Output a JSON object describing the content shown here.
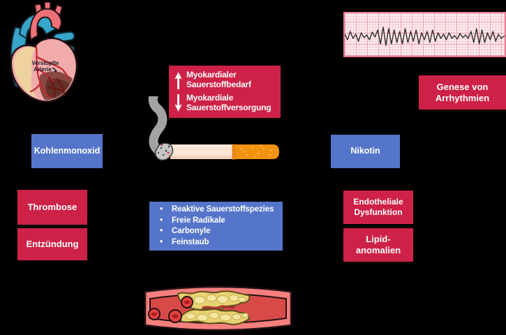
{
  "page": {
    "background": "#000000"
  },
  "colors": {
    "red_box": "#ce2147",
    "blue_box": "#5575cb",
    "box_text": "#ffffff",
    "cigarette_filter": "#f2930e",
    "ecg_paper": "#fdeef1"
  },
  "heart": {
    "label_line1": "Verstopfte",
    "label_line2": "Arterie"
  },
  "myokard_box": {
    "up_line1": "Myokardialer",
    "up_line2": "Sauerstoffbedarf",
    "down_line1": "Myokardiale",
    "down_line2": "Sauerstoffversorgung"
  },
  "genese_box": {
    "line1": "Genese von",
    "line2": "Arrhythmien"
  },
  "kohlenmonoxid_box": {
    "label": "Kohlenmonoxid"
  },
  "nikotin_box": {
    "label": "Nikotin"
  },
  "thrombose_box": {
    "label": "Thrombose"
  },
  "entzuendung_box": {
    "label": "Entzündung"
  },
  "endothel_box": {
    "line1": "Endotheliale",
    "line2": "Dysfunktion"
  },
  "lipid_box": {
    "line1": "Lipid-",
    "line2": "anomalien"
  },
  "constituents_box": {
    "bullet": "•",
    "items": [
      "Reaktive Sauerstoffspezies",
      "Freie Radikale",
      "Carbonyle",
      "Feinstaub"
    ]
  }
}
